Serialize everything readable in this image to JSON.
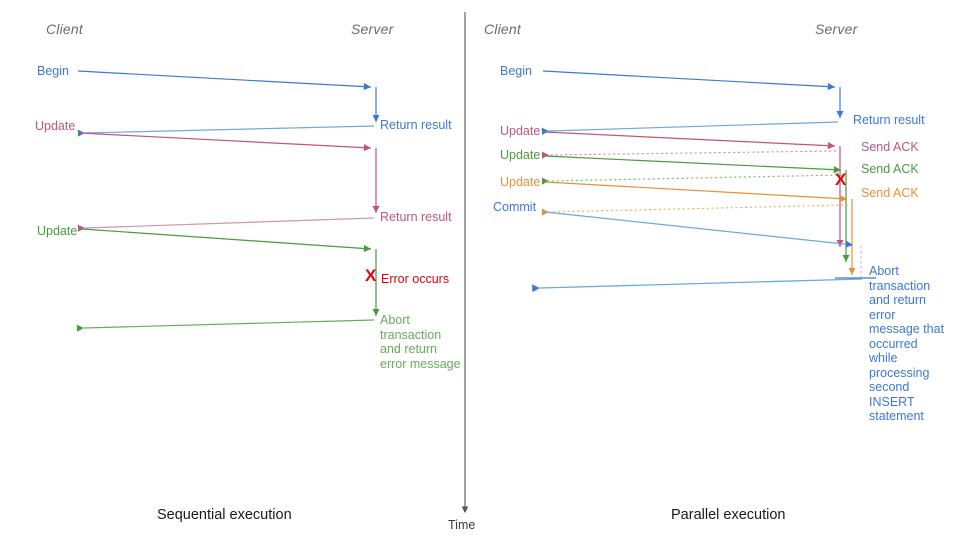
{
  "diagram": {
    "title_left": "Sequential execution",
    "title_right": "Parallel execution",
    "time_axis_label": "Time",
    "colors": {
      "blue": "#3c78d8",
      "blue_light": "#9fc5f8",
      "pink": "#c2557e",
      "pink_light": "#e0a0bb",
      "green": "#4a9a3f",
      "green_light": "#93c47d",
      "orange": "#e69138",
      "orange_light": "#f6b26b",
      "red": "#e8000d",
      "actor_gray": "#6b6b6b",
      "axis_gray": "#555555",
      "caption_black": "#1a1a1a"
    }
  },
  "left_panel": {
    "name": "Sequential execution",
    "actors": {
      "client": "Client",
      "server": "Server"
    },
    "caption": "Sequential execution",
    "client_labels": [
      {
        "text": "Begin",
        "color": "blue"
      },
      {
        "text": "Update",
        "color": "pink"
      },
      {
        "text": "Update",
        "color": "green"
      }
    ],
    "server_labels": [
      {
        "text": "Return result",
        "color": "blue"
      },
      {
        "text": "Return result",
        "color": "pink"
      },
      {
        "text": "Error occurs",
        "color": "red"
      },
      {
        "text": "Abort transaction and return error message",
        "color": "green"
      }
    ],
    "error_marker": "X"
  },
  "right_panel": {
    "name": "Parallel execution",
    "actors": {
      "client": "Client",
      "server": "Server"
    },
    "caption": "Parallel execution",
    "client_labels": [
      {
        "text": "Begin",
        "color": "blue"
      },
      {
        "text": "Update",
        "color": "pink"
      },
      {
        "text": "Update",
        "color": "green"
      },
      {
        "text": "Update",
        "color": "orange"
      },
      {
        "text": "Commit",
        "color": "blue"
      }
    ],
    "server_labels": [
      {
        "text": "Return result",
        "color": "blue"
      },
      {
        "text": "Send ACK",
        "color": "pink"
      },
      {
        "text": "Send ACK",
        "color": "green"
      },
      {
        "text": "Send ACK",
        "color": "orange"
      },
      {
        "text": "Abort transaction and return error message that occurred while processing second INSERT statement",
        "color": "blue"
      }
    ],
    "error_marker": "X"
  }
}
